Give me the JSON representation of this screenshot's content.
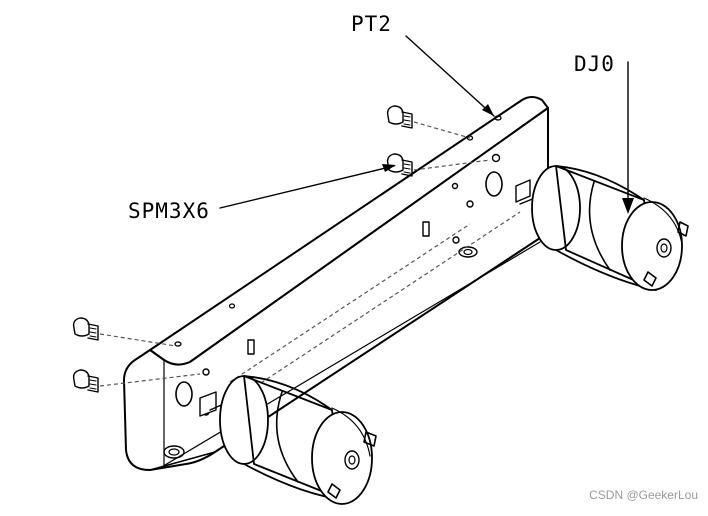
{
  "labels": {
    "pt2": "PT2",
    "dj0": "DJ0",
    "spm": "SPM3X6"
  },
  "watermark": "CSDN @GeekerLou",
  "colors": {
    "line": "#000000",
    "background": "#ffffff",
    "watermark": "#9a9a9a"
  }
}
